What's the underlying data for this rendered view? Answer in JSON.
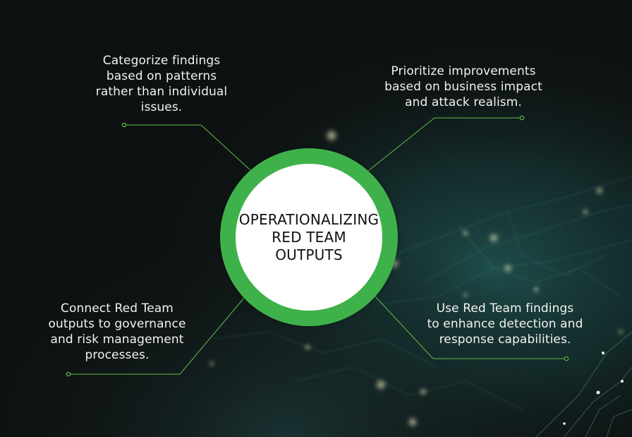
{
  "center": {
    "lines": [
      "OPERATIONALIZING",
      "RED TEAM",
      "OUTPUTS"
    ]
  },
  "callouts": {
    "top_left": {
      "lines": [
        "Categorize findings",
        "based on patterns",
        "rather than individual",
        "issues."
      ]
    },
    "top_right": {
      "lines": [
        "Prioritize improvements",
        "based on business impact",
        "and attack realism."
      ]
    },
    "bottom_left": {
      "lines": [
        "Connect Red Team",
        "outputs to governance",
        "and risk management",
        "processes."
      ]
    },
    "bottom_right": {
      "lines": [
        "Use Red Team findings",
        "to enhance detection and",
        "response capabilities."
      ]
    }
  },
  "colors": {
    "accent_green": "#3fb14a",
    "connector_green": "#5fbf4a",
    "background_dark": "#0f1212",
    "text_light": "#f2f2f2",
    "center_text": "#111111"
  }
}
